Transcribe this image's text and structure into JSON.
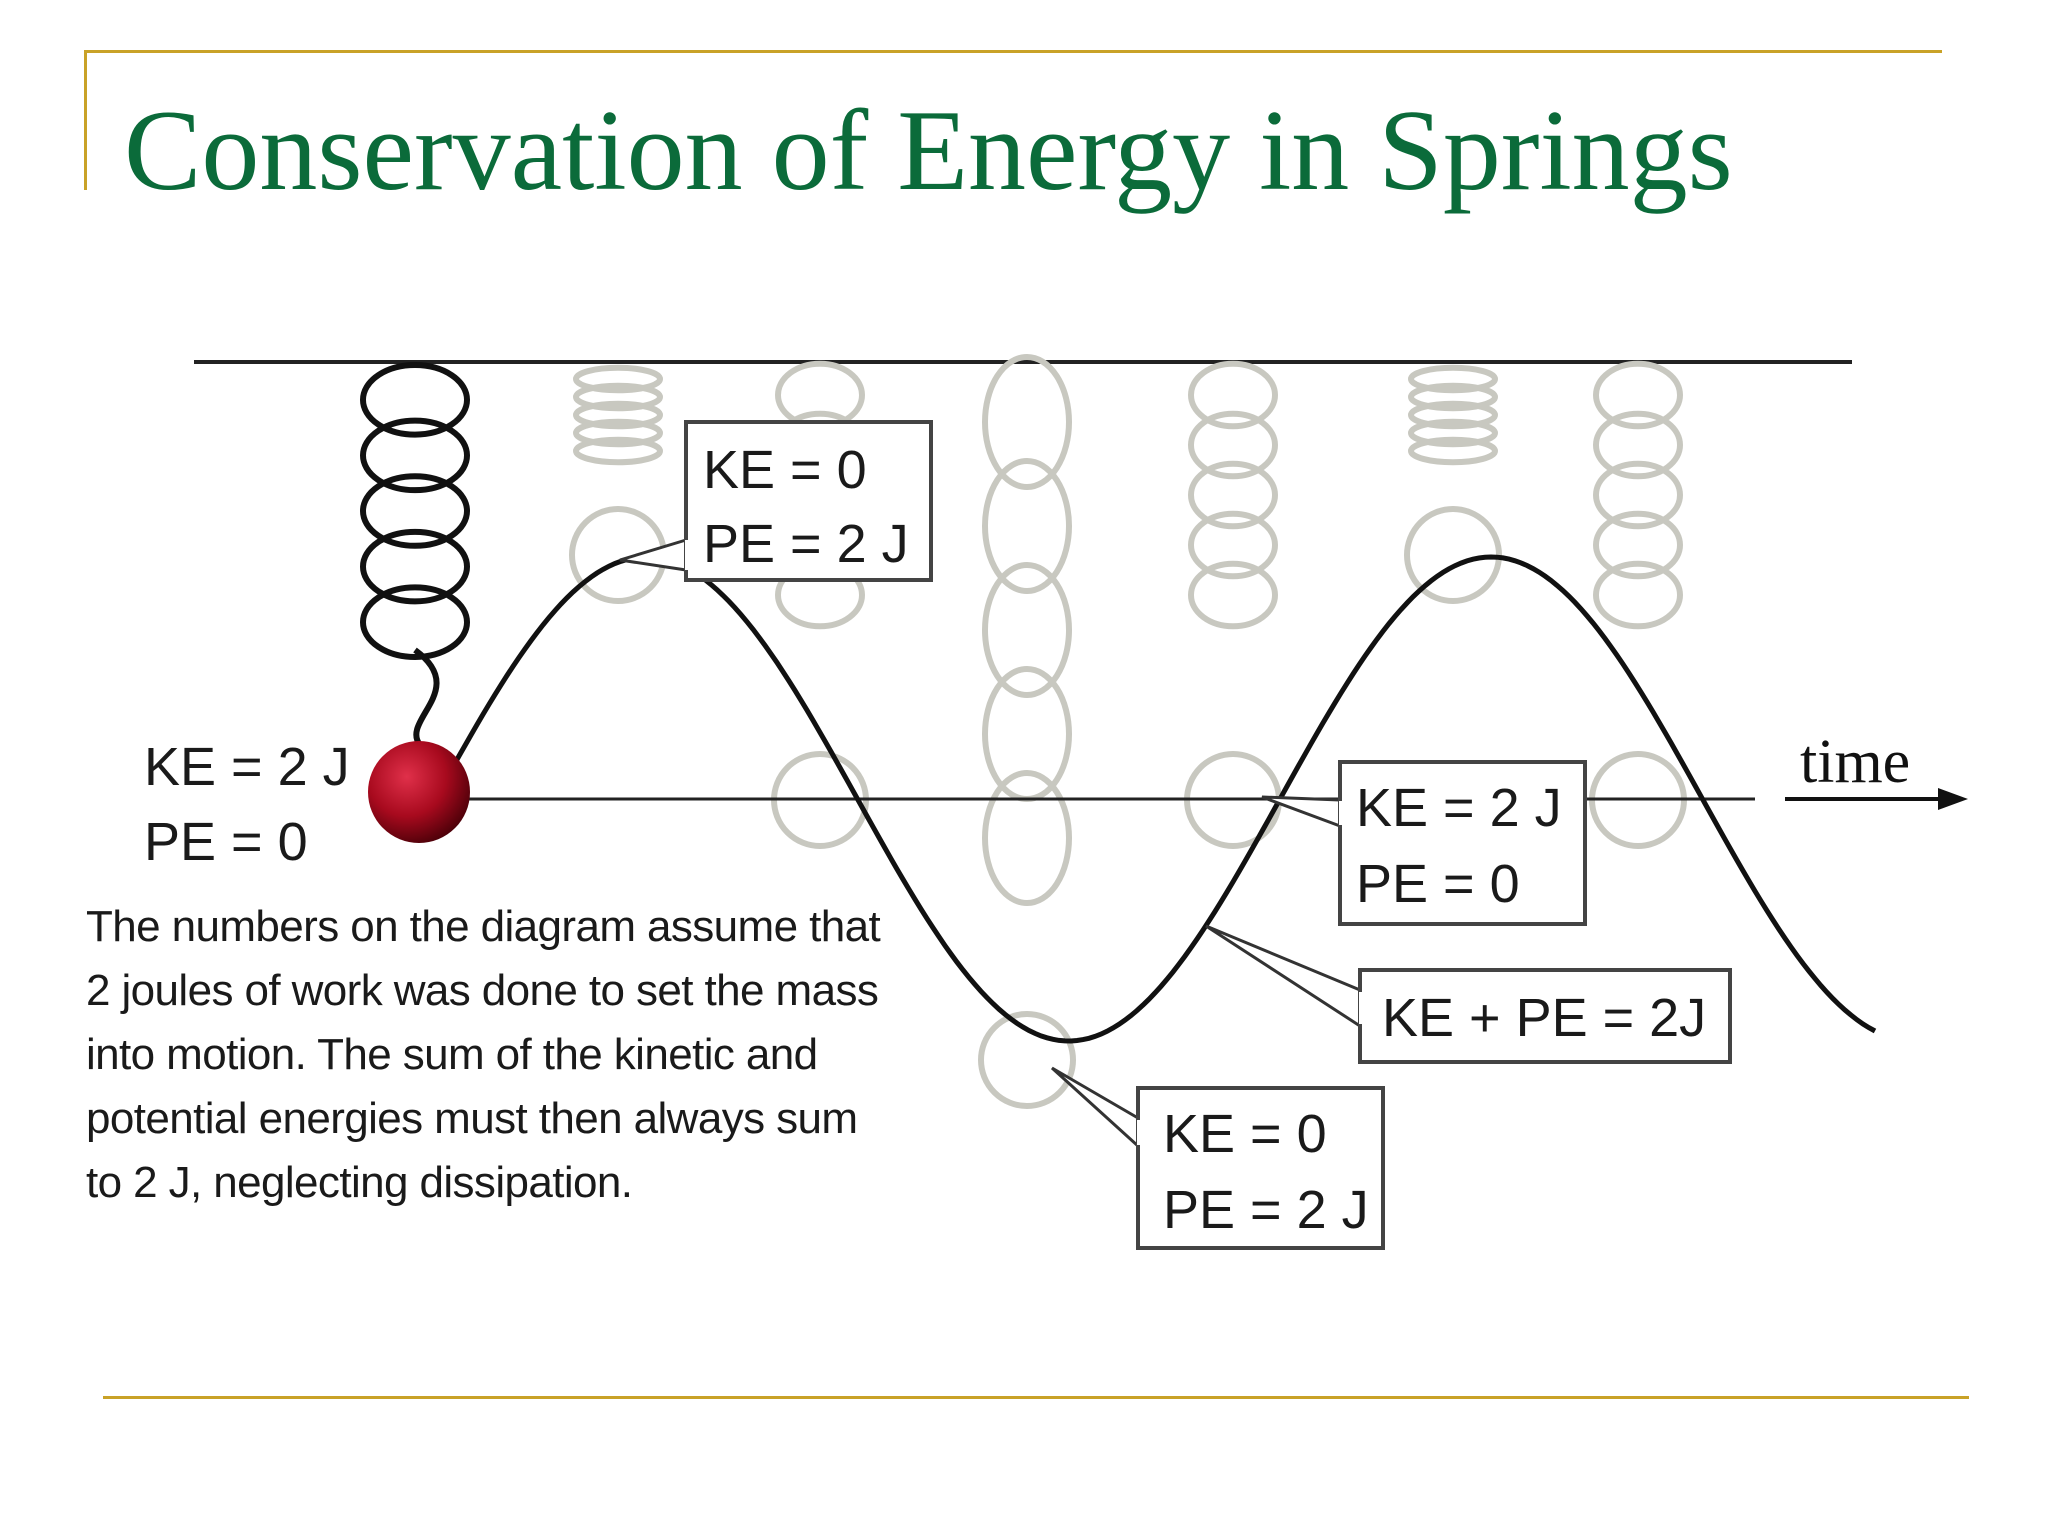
{
  "slide": {
    "title": "Conservation of Energy in Springs",
    "accent_color": "#c9a227",
    "title_color": "#0b6b3a"
  },
  "diagram": {
    "time_label": "time",
    "mass_color": "#b01020",
    "callouts": [
      {
        "id": "start",
        "line1": "KE = 2 J",
        "line2": "PE = 0"
      },
      {
        "id": "top",
        "line1": "KE = 0",
        "line2": "PE = 2 J"
      },
      {
        "id": "middle",
        "line1": "KE = 2 J",
        "line2": "PE = 0"
      },
      {
        "id": "sum",
        "line1": "KE + PE = 2J"
      },
      {
        "id": "bottom",
        "line1": "KE = 0",
        "line2": "PE = 2 J"
      }
    ],
    "note": "The numbers on the diagram assume that 2 joules of work was done to set the mass into motion. The sum of the kinetic and potential energies must then always sum to 2 J, neglecting dissipation."
  }
}
